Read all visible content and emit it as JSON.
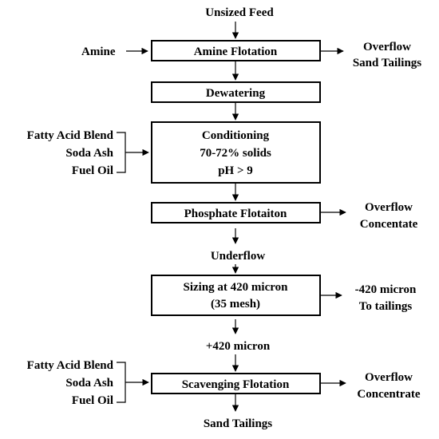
{
  "flowsheet": {
    "feed": "Unsized Feed",
    "amine_reagent": "Amine",
    "amine_flotation": "Amine Flotation",
    "amine_overflow": [
      "Overflow",
      "Sand Tailings"
    ],
    "dewatering": "Dewatering",
    "conditioning_reagents": [
      "Fatty Acid Blend",
      "Soda Ash",
      "Fuel Oil"
    ],
    "conditioning": [
      "Conditioning",
      "70-72% solids",
      "pH > 9"
    ],
    "phosphate_flotation": "Phosphate Flotaiton",
    "phosphate_overflow": [
      "Overflow",
      "Concentate"
    ],
    "underflow": "Underflow",
    "sizing": [
      "Sizing at 420 micron",
      "(35 mesh)"
    ],
    "sizing_fines": [
      "-420 micron",
      "To tailings"
    ],
    "coarse_fraction": "+420 micron",
    "scavenging_reagents": [
      "Fatty Acid Blend",
      "Soda Ash",
      "Fuel Oil"
    ],
    "scavenging_flotation": "Scavenging Flotation",
    "scavenging_overflow": [
      "Overflow",
      "Concentrate"
    ],
    "final_tailings": "Sand Tailings"
  }
}
